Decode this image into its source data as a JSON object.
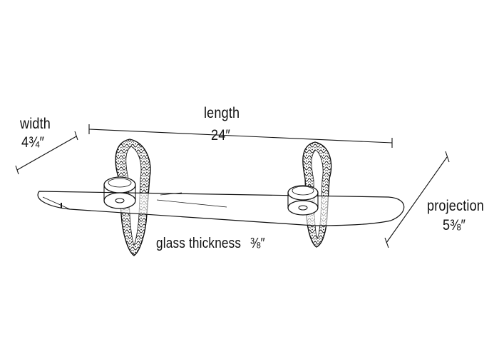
{
  "colors": {
    "line": "#111111",
    "background": "#ffffff"
  },
  "dimensions": {
    "width": {
      "label": "width",
      "value": "4¾″"
    },
    "length": {
      "label": "length",
      "value": "24″"
    },
    "projection": {
      "label": "projection",
      "value": "5⅜″"
    },
    "glass_thickness": {
      "label": "glass thickness",
      "value": "⅜″"
    }
  }
}
